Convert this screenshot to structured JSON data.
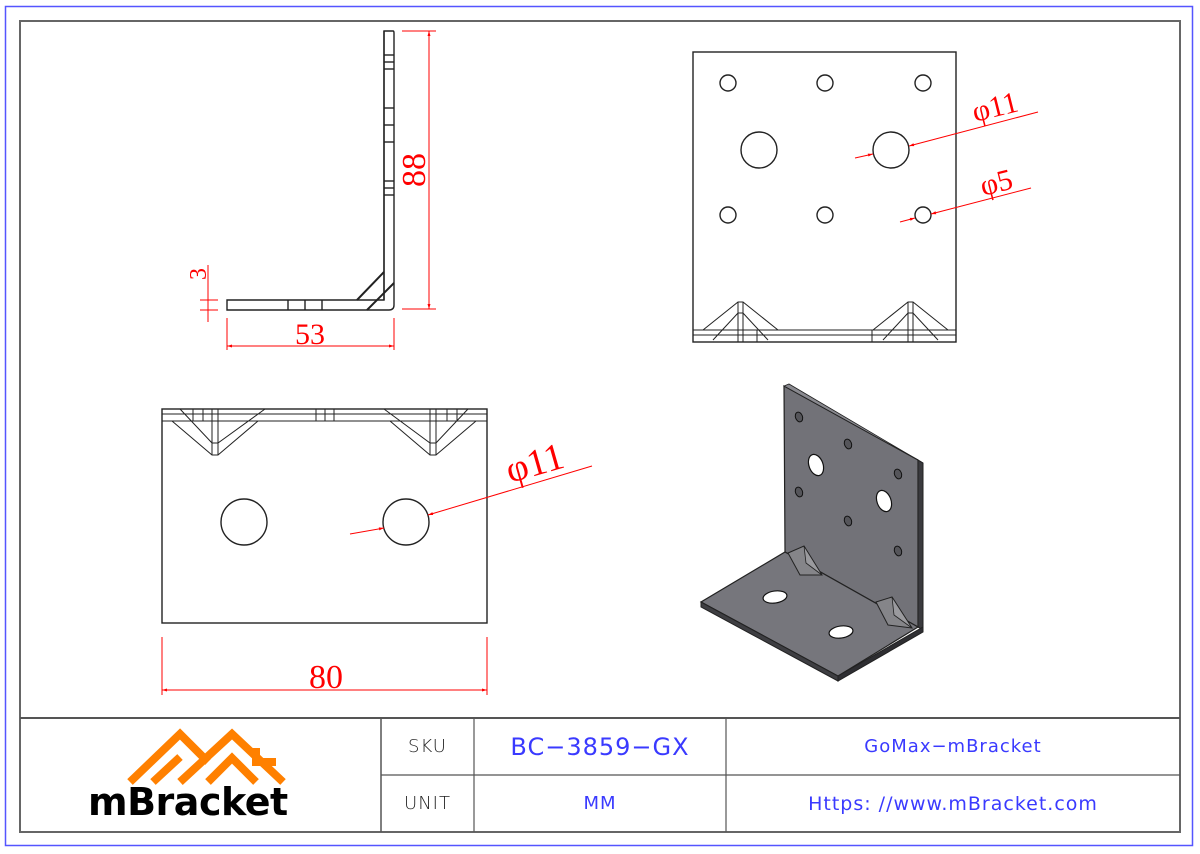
{
  "drawing": {
    "type": "technical-drawing",
    "colors": {
      "outer_border": "#5555ff",
      "frame": "#555555",
      "dimension": "#ff0000",
      "title_value": "#3a3aff",
      "logo_orange": "#ff8000",
      "part_fill": "#6e6e74"
    }
  },
  "views": {
    "side_view": {
      "dimensions": {
        "height": "88",
        "width": "53",
        "thickness": "3"
      }
    },
    "front_view": {
      "dimensions": {
        "large_hole": "φ11",
        "small_hole": "φ5"
      }
    },
    "top_view": {
      "dimensions": {
        "width": "80",
        "hole": "φ11"
      }
    },
    "iso_view": {
      "label": ""
    }
  },
  "title_block": {
    "logo": {
      "text": "mBracket"
    },
    "rows": [
      {
        "label": "SKU",
        "value": "BC−3859−GX",
        "extra": "GoMax−mBracket"
      },
      {
        "label": "UNIT",
        "value": "MM",
        "extra": "Https: //www.mBracket.com"
      }
    ]
  }
}
